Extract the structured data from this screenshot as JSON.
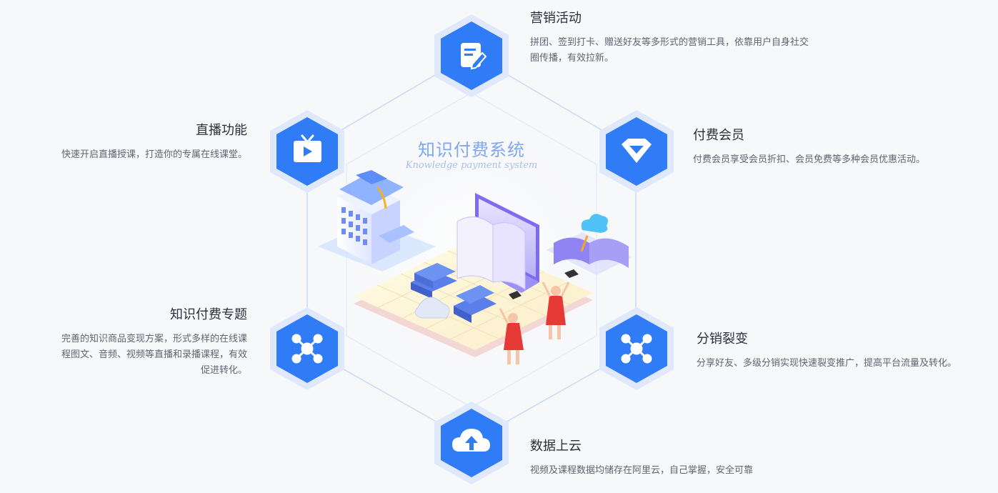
{
  "center": {
    "title": "知识付费系统",
    "subtitle": "Knowledge payment system"
  },
  "colors": {
    "accent": "#2f7cf6",
    "hex_halo": "#dfe9fb",
    "text_dark": "#2b2f38",
    "text_muted": "#5f6470",
    "center_title": "#7fa8f0"
  },
  "features": {
    "marketing": {
      "icon": "edit-document-icon",
      "title": "营销活动",
      "desc_lines": [
        "拼团、签到打卡、赠送好友等多形式的营销工具，依靠用户自身社交",
        "圈传播，有效拉新。"
      ]
    },
    "live": {
      "icon": "tv-play-icon",
      "title": "直播功能",
      "desc_lines": [
        "快速开启直播授课，打造你的专属在线课堂。"
      ]
    },
    "membership": {
      "icon": "diamond-icon",
      "title": "付费会员",
      "desc_lines": [
        "付费会员享受会员折扣、会员免费等多种会员优惠活动。"
      ]
    },
    "topics": {
      "icon": "network-nodes-icon",
      "title": "知识付费专题",
      "desc_lines": [
        "完善的知识商品变现方案，形式多样的在线课",
        "程图文、音频、视频等直播和录播课程，有效",
        "促进转化。"
      ]
    },
    "distribution": {
      "icon": "share-nodes-icon",
      "title": "分销裂变",
      "desc_lines": [
        "分享好友、多级分销实现快速裂变推广，提高平台流量及转化。"
      ]
    },
    "cloud": {
      "icon": "cloud-upload-icon",
      "title": "数据上云",
      "desc_lines": [
        "视频及课程数据均储存在阿里云，自己掌握，安全可靠"
      ]
    }
  }
}
